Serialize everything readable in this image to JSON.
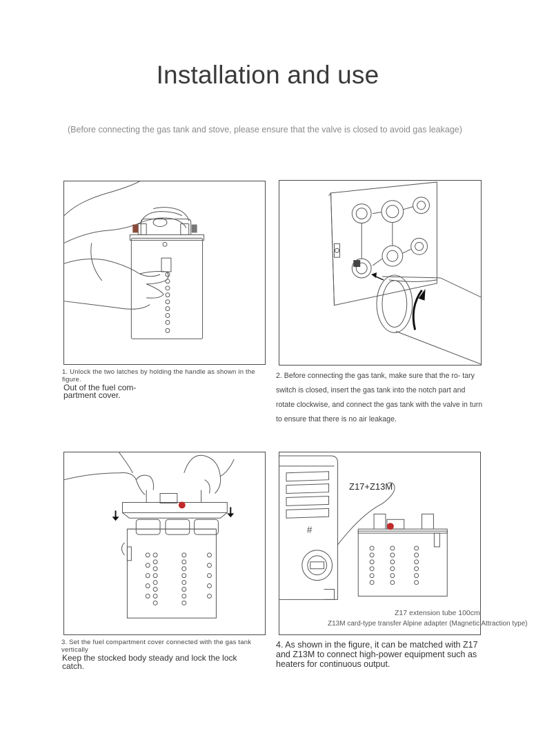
{
  "header": {
    "title": "Installation and use",
    "note": "(Before connecting the gas tank and stove, please ensure that the valve is closed to avoid gas leakage)"
  },
  "steps": [
    {
      "text_small": "1. Unlock the two latches by holding the handle as shown in the figure.",
      "text_line1": "Out of the fuel com-",
      "text_line2": "partment cover."
    },
    {
      "text": "2. Before connecting the gas tank, make sure that the ro- tary switch is closed, insert the gas tank into the notch part and rotate clockwise, and connect the gas tank with the valve in turn to ensure that there is no air leakage."
    },
    {
      "text_small": "3. Set the fuel compartment cover connected with the gas tank vertically",
      "text_line1": "Keep the stocked body steady and lock the lock",
      "text_line2": "catch."
    },
    {
      "text": "4. As shown in the figure, it can be matched with Z17 and Z13M to connect high-power equipment such as heaters for continuous output.",
      "figure_label": "Z17+Z13M",
      "label_tube": "Z17 extension tube 100cm",
      "label_adapter": "Z13M card-type transfer Alpine adapter (Magnetic Attraction type)"
    }
  ]
}
